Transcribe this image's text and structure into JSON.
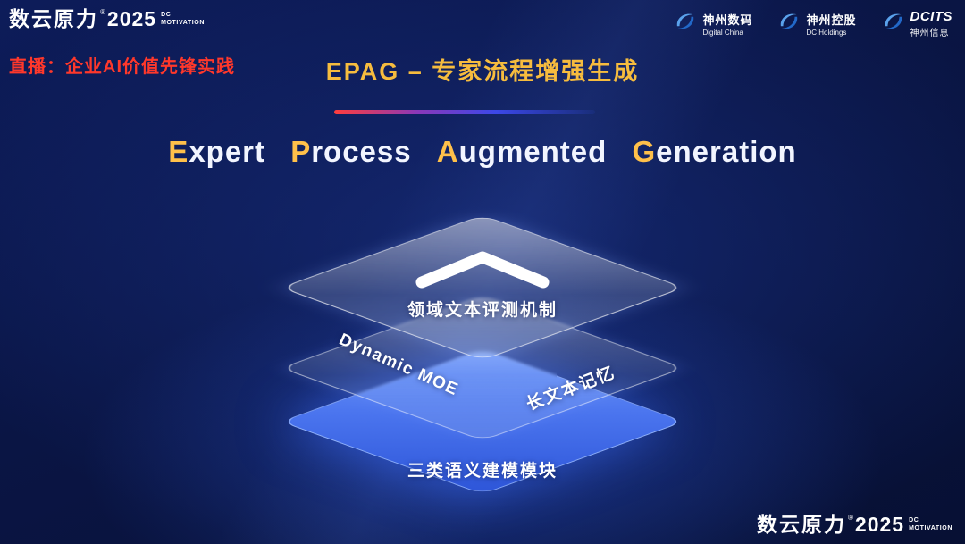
{
  "branding": {
    "name": "数云原力",
    "reg": "®",
    "year": "2025",
    "sub_top": "DC",
    "sub_bottom": "MOTIVATION"
  },
  "header": {
    "live_label": "直播：企业AI价值先锋实践",
    "title": "EPAG – 专家流程增强生成"
  },
  "partners": [
    {
      "name": "神州数码",
      "sub": "Digital China"
    },
    {
      "name": "神州控股",
      "sub": "DC Holdings"
    },
    {
      "name": "DCITS",
      "sub": "神州信息"
    }
  ],
  "main": {
    "subtitle": [
      {
        "accent": "E",
        "rest": "xpert"
      },
      {
        "accent": "P",
        "rest": "rocess"
      },
      {
        "accent": "A",
        "rest": "ugmented"
      },
      {
        "accent": "G",
        "rest": "eneration"
      }
    ]
  },
  "diagram": {
    "top_label": "领域文本评测机制",
    "middle_label_left": "Dynamic MOE",
    "middle_label_right": "长文本记忆",
    "bottom_label": "三类语义建模模块"
  },
  "colors": {
    "accent_gold": "#f6bc3e",
    "live_red": "#ff382b",
    "layer_blue": "#3f6cf0",
    "background_navy": "#0a1544"
  }
}
